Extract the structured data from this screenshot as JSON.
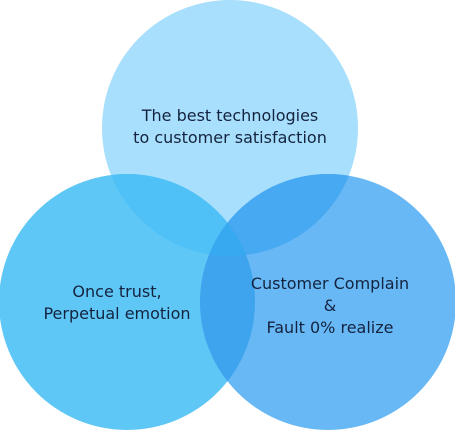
{
  "circles": [
    {
      "id": "top",
      "lines": [
        "The best technologies",
        "to customer satisfaction"
      ],
      "color": "#a8dffc"
    },
    {
      "id": "left",
      "lines": [
        "Once trust,",
        "Perpetual emotion"
      ],
      "color": "#5ec7f6"
    },
    {
      "id": "right",
      "lines": [
        "Customer Complain",
        "&",
        "Fault 0% realize"
      ],
      "color": "#68b8f5"
    }
  ],
  "overlap_colors": {
    "top_left": "#4fc1f6",
    "top_right": "#48a9f3",
    "left_right": "#3ea4ee",
    "center": "#37a9f0"
  }
}
